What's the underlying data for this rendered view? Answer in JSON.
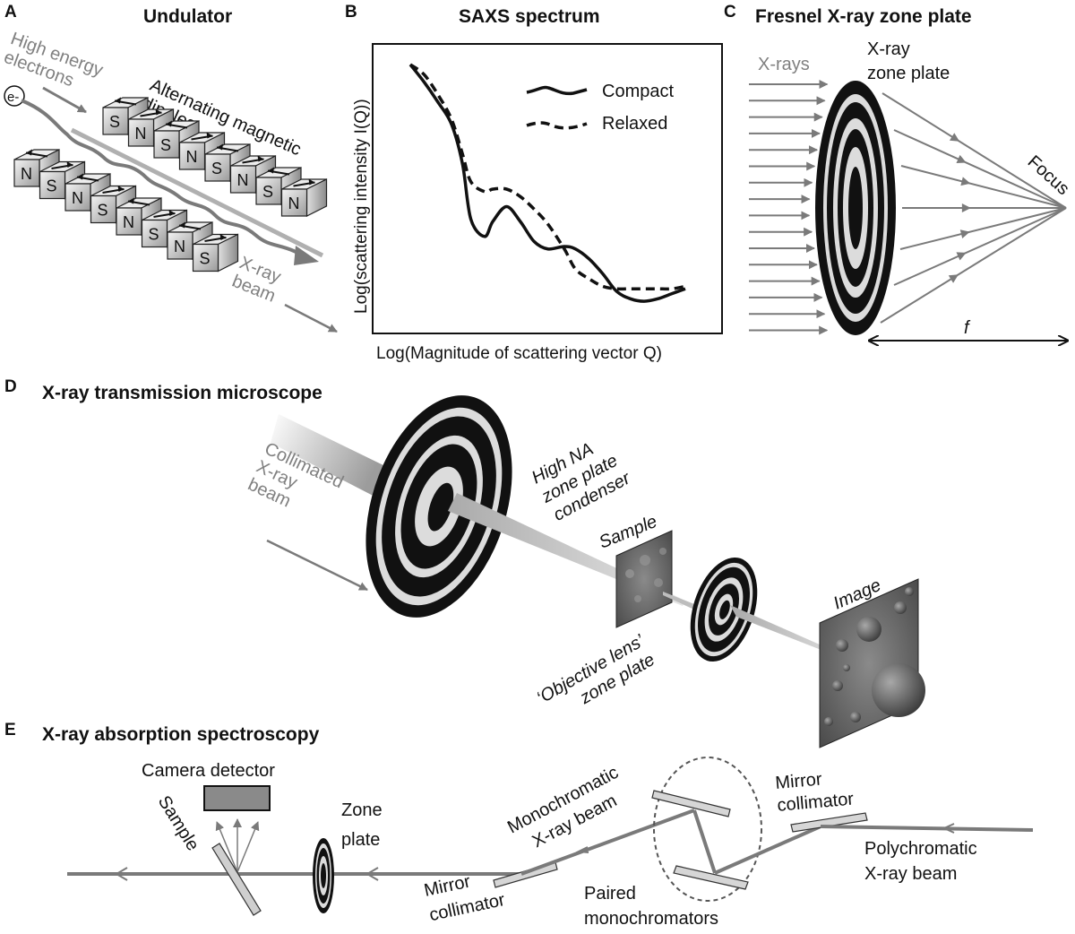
{
  "figure": {
    "panels": {
      "A": {
        "letter": "A",
        "title": "Undulator",
        "labels": {
          "electrons_line1": "High energy",
          "electrons_line2": "electrons",
          "electron_symbol": "e-",
          "dipoles_line1": "Alternating magnetic",
          "dipoles_line2": "dipoles",
          "beam_line1": "X-ray",
          "beam_line2": "beam"
        },
        "front_row_magnets": [
          "N",
          "S",
          "N",
          "S",
          "N",
          "S",
          "N",
          "S"
        ],
        "back_row_magnets": [
          "S",
          "N",
          "S",
          "N",
          "S",
          "N",
          "S",
          "N"
        ]
      },
      "B": {
        "letter": "B",
        "title": "SAXS spectrum",
        "legend": [
          {
            "name": "Compact",
            "style": "solid"
          },
          {
            "name": "Relaxed",
            "style": "dashed"
          }
        ]
      },
      "C": {
        "letter": "C",
        "title": "Fresnel X-ray zone plate",
        "labels": {
          "xrays": "X-rays",
          "zone_plate_line1": "X-ray",
          "zone_plate_line2": "zone plate",
          "focus": "Focus",
          "focal_length": "f"
        }
      },
      "D": {
        "letter": "D",
        "title": "X-ray transmission microscope",
        "labels": {
          "beam_line1": "Collimated",
          "beam_line2": "X-ray",
          "beam_line3": "beam",
          "condenser_line1": "High NA",
          "condenser_line2": "zone plate",
          "condenser_line3": "condenser",
          "sample": "Sample",
          "objective_line1": "‘Objective lens’",
          "objective_line2": "zone plate",
          "image": "Image"
        }
      },
      "E": {
        "letter": "E",
        "title": "X-ray absorption spectroscopy",
        "labels": {
          "camera": "Camera detector",
          "sample": "Sample",
          "zone_plate_line1": "Zone",
          "zone_plate_line2": "plate",
          "mirror1_line1": "Mirror",
          "mirror1_line2": "collimator",
          "mono_line1": "Monochromatic",
          "mono_line2": "X-ray beam",
          "paired_line1": "Paired",
          "paired_line2": "monochromators",
          "mirror2_line1": "Mirror",
          "mirror2_line2": "collimator",
          "poly_line1": "Polychromatic",
          "poly_line2": "X-ray beam"
        }
      }
    },
    "colors": {
      "beam_gray": "#7a7a7a",
      "label_gray": "#808080",
      "black": "#111111",
      "light_gray": "#dcdcdc"
    }
  },
  "chart_data": {
    "type": "line",
    "title": "SAXS spectrum",
    "xlabel": "Log(Magnitude of scattering vector Q)",
    "ylabel": "Log(scattering intensity I(Q))",
    "xlim": [
      0,
      1
    ],
    "ylim": [
      0,
      1
    ],
    "grid": false,
    "legend_position": "top-right",
    "series": [
      {
        "name": "Compact",
        "style": "solid",
        "x": [
          0.0,
          0.05,
          0.1,
          0.15,
          0.19,
          0.22,
          0.27,
          0.3,
          0.35,
          0.4,
          0.45,
          0.5,
          0.56,
          0.6,
          0.65,
          0.7,
          0.75,
          0.8,
          0.85,
          0.9,
          0.95,
          1.0
        ],
        "y": [
          1.0,
          0.93,
          0.85,
          0.76,
          0.6,
          0.38,
          0.31,
          0.37,
          0.43,
          0.37,
          0.29,
          0.26,
          0.27,
          0.26,
          0.22,
          0.16,
          0.09,
          0.06,
          0.05,
          0.06,
          0.08,
          0.1
        ]
      },
      {
        "name": "Relaxed",
        "style": "dashed",
        "x": [
          0.0,
          0.05,
          0.1,
          0.15,
          0.19,
          0.22,
          0.27,
          0.3,
          0.35,
          0.4,
          0.45,
          0.5,
          0.56,
          0.6,
          0.65,
          0.7,
          0.75,
          0.8,
          0.85,
          0.9,
          0.95,
          1.0
        ],
        "y": [
          1.0,
          0.96,
          0.88,
          0.78,
          0.64,
          0.53,
          0.49,
          0.5,
          0.5,
          0.47,
          0.42,
          0.36,
          0.26,
          0.18,
          0.14,
          0.11,
          0.1,
          0.1,
          0.1,
          0.1,
          0.1,
          0.11
        ]
      }
    ]
  }
}
